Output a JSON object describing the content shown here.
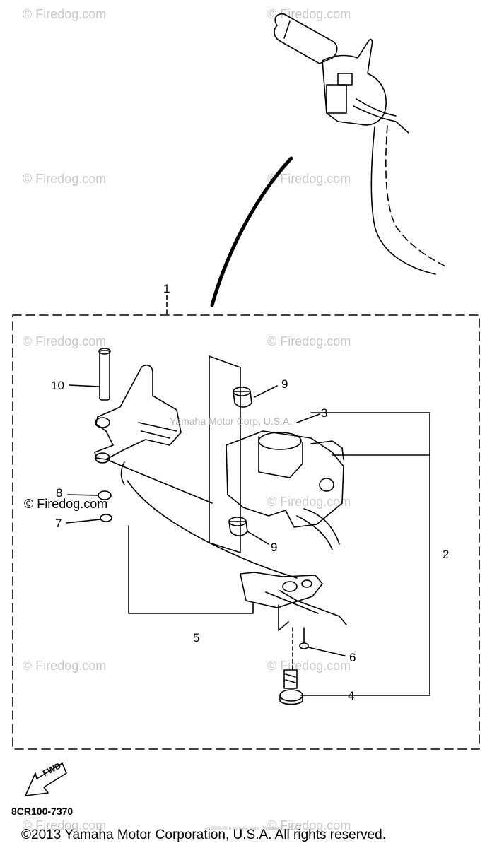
{
  "watermark_text": "© Firedog.com",
  "inline_watermark": "© Firedog.com",
  "diagram_watermark": "Yamaha Motor Corp, U.S.A.",
  "small_watermark": "(c) 2003-2016 Yamaha Motor Corporation, U.S.A.",
  "callouts": {
    "c1": "1",
    "c2": "2",
    "c3": "3",
    "c4": "4",
    "c5": "5",
    "c6": "6",
    "c7": "7",
    "c8": "8",
    "c9a": "9",
    "c9b": "9",
    "c10": "10"
  },
  "fwd_label": "FWD",
  "part_code": "8CR100-7370",
  "copyright": "©2013 Yamaha Motor Corporation, U.S.A. All rights reserved."
}
